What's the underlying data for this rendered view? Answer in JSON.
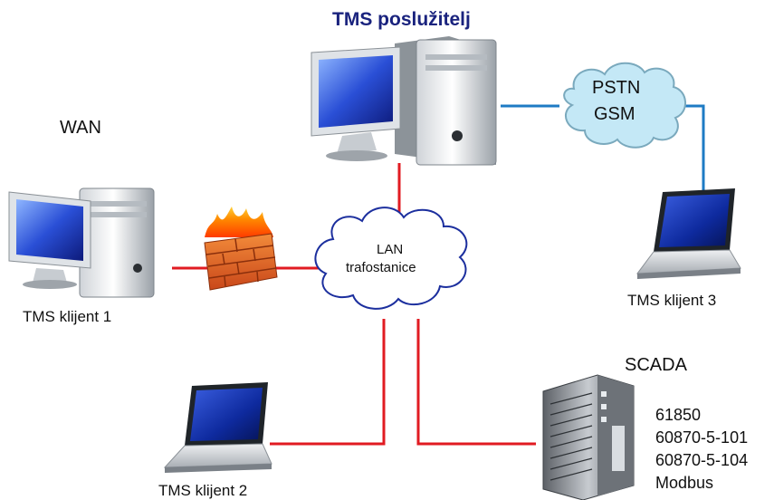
{
  "title": "TMS poslužitelj",
  "wan_label": "WAN",
  "scada_label": "SCADA",
  "clients": {
    "client1": "TMS klijent 1",
    "client2": "TMS klijent 2",
    "client3": "TMS klijent 3"
  },
  "lan_cloud": {
    "line1": "LAN",
    "line2": "trafostanice"
  },
  "pstn_cloud": {
    "line1": "PSTN",
    "line2": "GSM"
  },
  "protocols": [
    "61850",
    "60870-5-101",
    "60870-5-104",
    "Modbus"
  ],
  "colors": {
    "lan_links": "#e11b22",
    "dial_links": "#1e7bc4",
    "title": "#1a237e"
  },
  "icons": {
    "server": "desktop-computer-icon",
    "client1": "desktop-computer-icon",
    "client2": "laptop-icon",
    "client3": "laptop-icon",
    "firewall": "firewall-icon",
    "scada": "rack-server-icon"
  }
}
